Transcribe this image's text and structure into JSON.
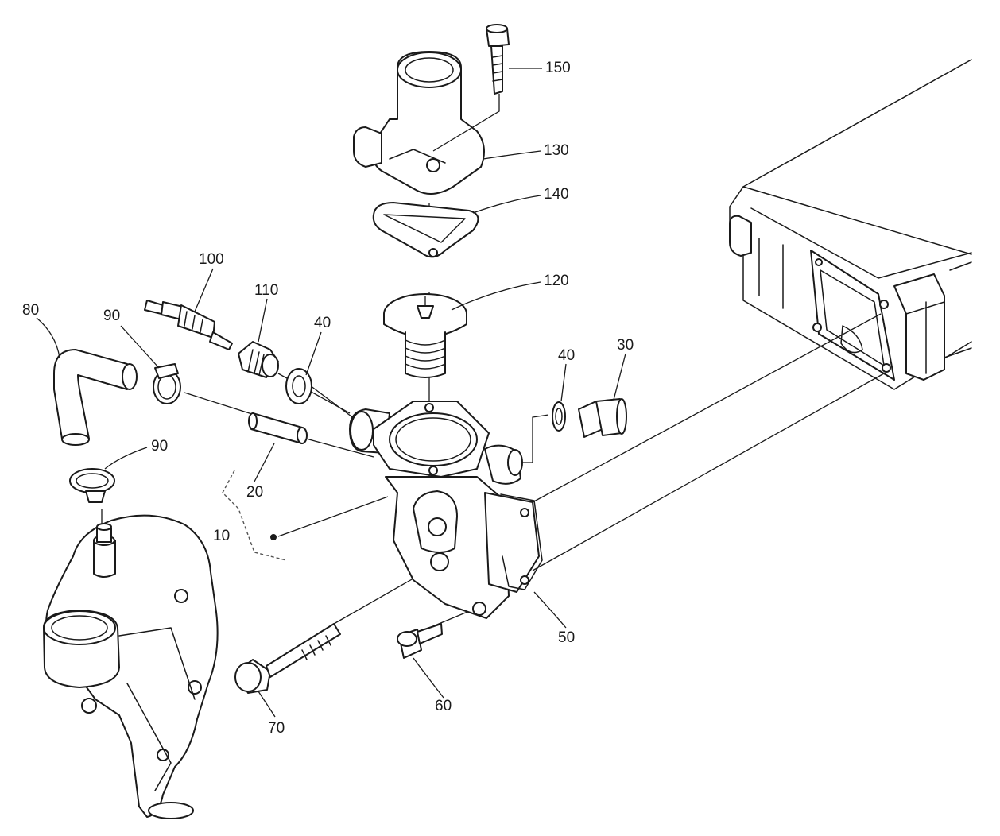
{
  "callouts": [
    {
      "id": "p150",
      "label": "150"
    },
    {
      "id": "p130",
      "label": "130"
    },
    {
      "id": "p140",
      "label": "140"
    },
    {
      "id": "p120",
      "label": "120"
    },
    {
      "id": "p100",
      "label": "100"
    },
    {
      "id": "p110",
      "label": "110"
    },
    {
      "id": "p40a",
      "label": "40"
    },
    {
      "id": "p80",
      "label": "80"
    },
    {
      "id": "p90a",
      "label": "90"
    },
    {
      "id": "p40b",
      "label": "40"
    },
    {
      "id": "p30",
      "label": "30"
    },
    {
      "id": "p90b",
      "label": "90"
    },
    {
      "id": "p20",
      "label": "20"
    },
    {
      "id": "p10",
      "label": "10"
    },
    {
      "id": "p50",
      "label": "50"
    },
    {
      "id": "p60",
      "label": "60"
    },
    {
      "id": "p70",
      "label": "70"
    }
  ]
}
